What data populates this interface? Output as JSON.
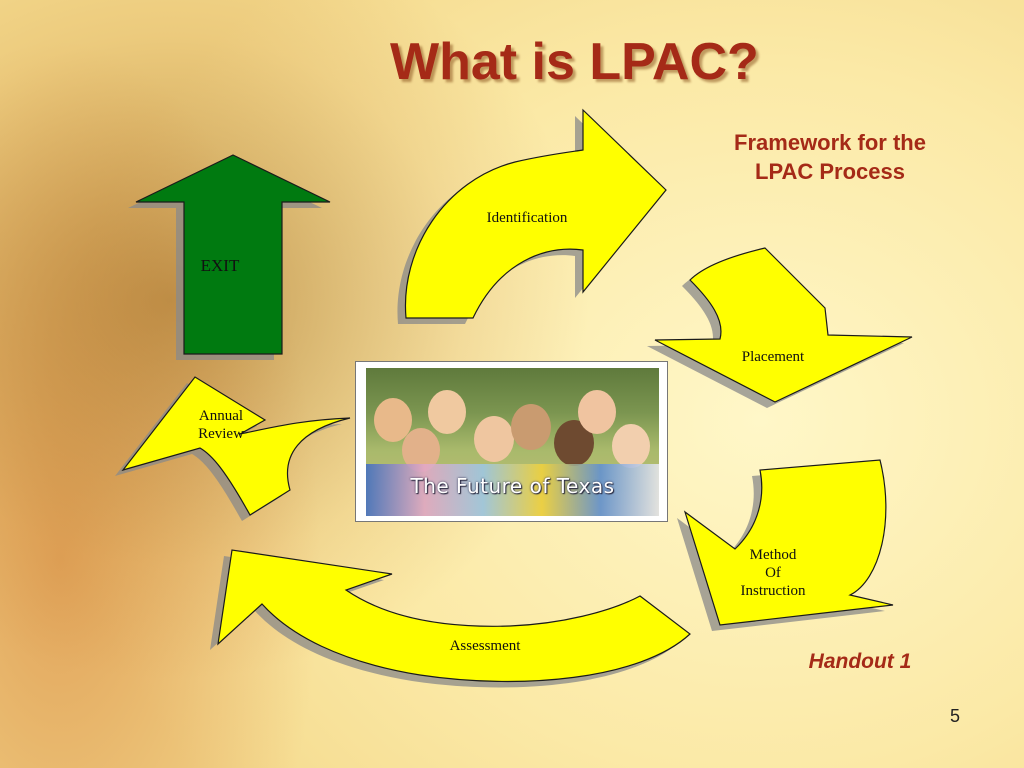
{
  "slide": {
    "title": "What is LPAC?",
    "subtitle_line1": "Framework for the",
    "subtitle_line2": "LPAC Process",
    "handout": "Handout 1",
    "page_number": "5"
  },
  "diagram": {
    "center_photo_caption": "The Future of Texas",
    "steps": {
      "identification": "Identification",
      "placement": "Placement",
      "method_line1": "Method",
      "method_line2": "Of",
      "method_line3": "Instruction",
      "assessment": "Assessment",
      "annual_line1": "Annual",
      "annual_line2": "Review",
      "exit": "EXIT"
    },
    "colors": {
      "arrow_fill": "#ffff00",
      "exit_fill": "#007a10",
      "outline": "#1a1a1a",
      "shadow": "#8a8a8a",
      "title_color": "#a52a17"
    }
  }
}
